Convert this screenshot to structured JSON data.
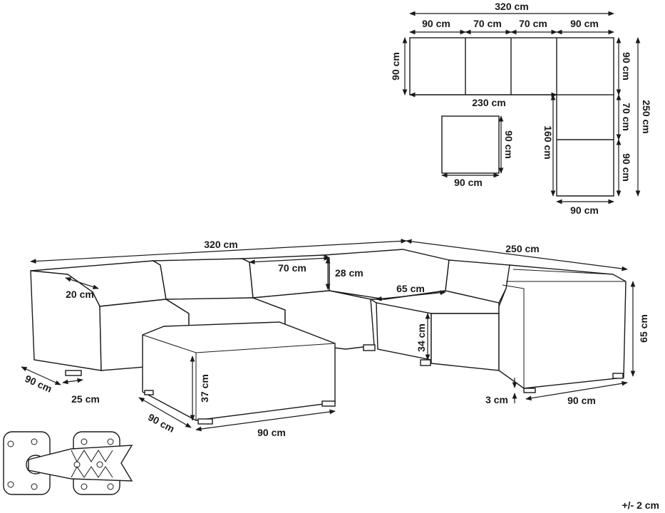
{
  "plan": {
    "total_width": "320 cm",
    "seg1": "90 cm",
    "seg2": "70 cm",
    "seg3": "70 cm",
    "seg4": "90 cm",
    "left_depth": "90 cm",
    "inner_length": "230 cm",
    "right_seg1": "90 cm",
    "right_seg2": "70 cm",
    "right_seg3": "90 cm",
    "total_depth": "250 cm",
    "inner_depth": "160 cm",
    "bottom_width": "90 cm",
    "ottoman_width": "90 cm",
    "ottoman_depth": "90 cm"
  },
  "sofa": {
    "total_width": "320 cm",
    "total_depth": "250 cm",
    "middle_width": "70 cm",
    "back_height": "28 cm",
    "arm_width": "20 cm",
    "seat_depth": "65 cm",
    "height": "65 cm",
    "seat_height": "34 cm",
    "foot_height": "3 cm",
    "module_depth": "90 cm",
    "side_depth": "90 cm",
    "foot_width": "25 cm",
    "ottoman_height": "37 cm",
    "ottoman_depth": "90 cm",
    "ottoman_width": "90 cm"
  },
  "tolerance": "+/- 2 cm"
}
